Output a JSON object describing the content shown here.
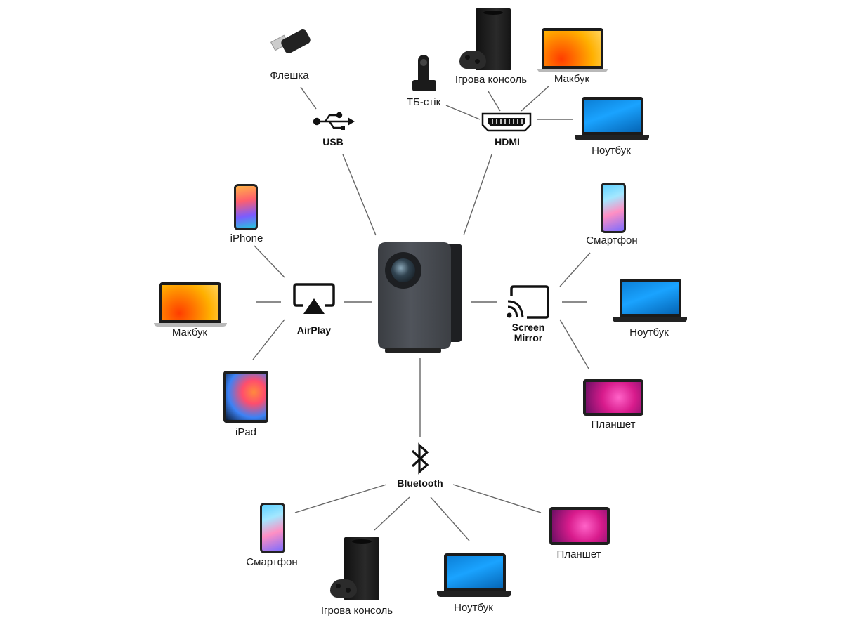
{
  "hubs": {
    "usb": "USB",
    "hdmi": "HDMI",
    "airplay": "AirPlay",
    "screen_mirror_line1": "Screen",
    "screen_mirror_line2": "Mirror",
    "bluetooth": "Bluetooth"
  },
  "devices": {
    "usb_flash": "Флешка",
    "hdmi_tv_stick": "ТБ-стік",
    "hdmi_console": "Ігрова консоль",
    "hdmi_macbook": "Макбук",
    "hdmi_laptop": "Ноутбук",
    "airplay_iphone": "iPhone",
    "airplay_macbook": "Макбук",
    "airplay_ipad": "iPad",
    "mirror_smartphone": "Смартфон",
    "mirror_laptop": "Ноутбук",
    "mirror_tablet": "Планшет",
    "bt_smartphone": "Смартфон",
    "bt_console": "Ігрова консоль",
    "bt_laptop": "Ноутбук",
    "bt_tablet": "Планшет"
  },
  "icons": {
    "center": "projector-icon",
    "usb": "usb-icon",
    "hdmi": "hdmi-icon",
    "airplay": "airplay-icon",
    "screen_mirror": "screen-mirror-icon",
    "bluetooth": "bluetooth-icon"
  },
  "colors": {
    "line": "#555555",
    "text": "#1a1a1a"
  }
}
